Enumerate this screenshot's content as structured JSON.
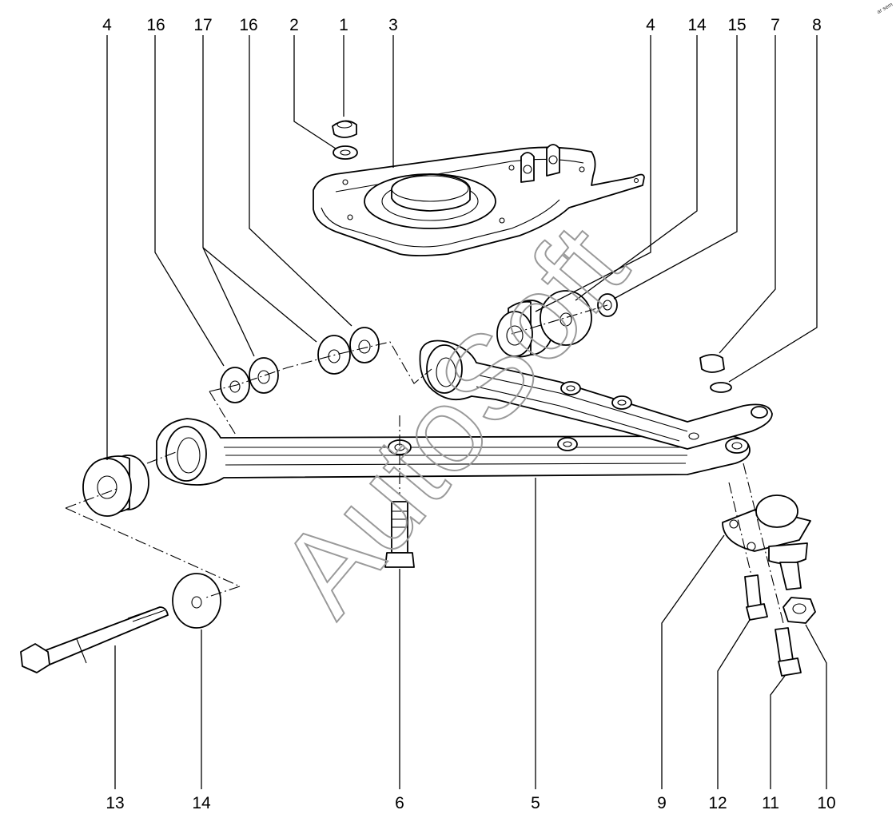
{
  "watermark": "AutoSoft",
  "corner_mark": "ar sem",
  "callouts": [
    {
      "id": "top-4a",
      "text": "4"
    },
    {
      "id": "top-16a",
      "text": "16"
    },
    {
      "id": "top-17",
      "text": "17"
    },
    {
      "id": "top-16b",
      "text": "16"
    },
    {
      "id": "top-2",
      "text": "2"
    },
    {
      "id": "top-1",
      "text": "1"
    },
    {
      "id": "top-3",
      "text": "3"
    },
    {
      "id": "top-4b",
      "text": "4"
    },
    {
      "id": "top-14",
      "text": "14"
    },
    {
      "id": "top-15",
      "text": "15"
    },
    {
      "id": "top-7",
      "text": "7"
    },
    {
      "id": "top-8",
      "text": "8"
    },
    {
      "id": "bot-13",
      "text": "13"
    },
    {
      "id": "bot-14",
      "text": "14"
    },
    {
      "id": "bot-6",
      "text": "6"
    },
    {
      "id": "bot-5",
      "text": "5"
    },
    {
      "id": "bot-9",
      "text": "9"
    },
    {
      "id": "bot-12",
      "text": "12"
    },
    {
      "id": "bot-11",
      "text": "11"
    },
    {
      "id": "bot-10",
      "text": "10"
    }
  ]
}
